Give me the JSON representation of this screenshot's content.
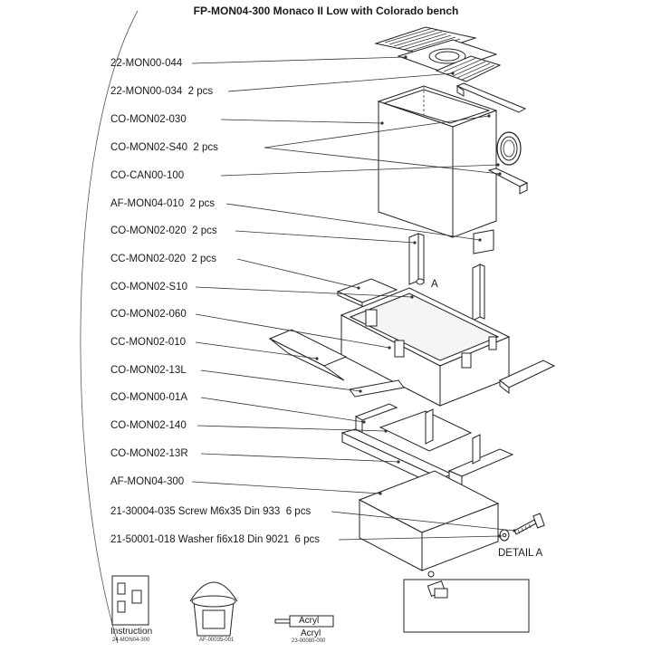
{
  "title": "FP-MON04-300 Monaco II Low with Colorado bench",
  "parts": [
    {
      "code": "22-MON00-044",
      "qty": ""
    },
    {
      "code": "22-MON00-034",
      "qty": "2 pcs"
    },
    {
      "code": "CO-MON02-030",
      "qty": ""
    },
    {
      "code": "CO-MON02-S40",
      "qty": "2 pcs"
    },
    {
      "code": "CO-CAN00-100",
      "qty": ""
    },
    {
      "code": "AF-MON04-010",
      "qty": "2 pcs"
    },
    {
      "code": "CO-MON02-020",
      "qty": "2 pcs"
    },
    {
      "code": "CC-MON02-020",
      "qty": "2 pcs"
    },
    {
      "code": "CO-MON02-S10",
      "qty": ""
    },
    {
      "code": "CO-MON02-060",
      "qty": ""
    },
    {
      "code": "CC-MON02-010",
      "qty": ""
    },
    {
      "code": "CO-MON02-13L",
      "qty": ""
    },
    {
      "code": "CO-MON00-01A",
      "qty": ""
    },
    {
      "code": "CO-MON02-140",
      "qty": ""
    },
    {
      "code": "CO-MON02-13R",
      "qty": ""
    },
    {
      "code": "AF-MON04-300",
      "qty": ""
    },
    {
      "code": "21-30004-035 Screw M6x35 Din 933",
      "qty": "6 pcs"
    },
    {
      "code": "21-50001-018 Washer fi6x18 Din 9021",
      "qty": "6 pcs"
    }
  ],
  "callouts": {
    "detail_ref": "A",
    "detail_label": "DETAIL A"
  },
  "accessories": {
    "instruction_label": "Instruction",
    "instruction_code": "24-MON04-300",
    "bucket_code": "AF-00035-001",
    "acryl_tag": "Acryl",
    "acryl_label": "Acryl",
    "acryl_code": "23-00080-000"
  }
}
